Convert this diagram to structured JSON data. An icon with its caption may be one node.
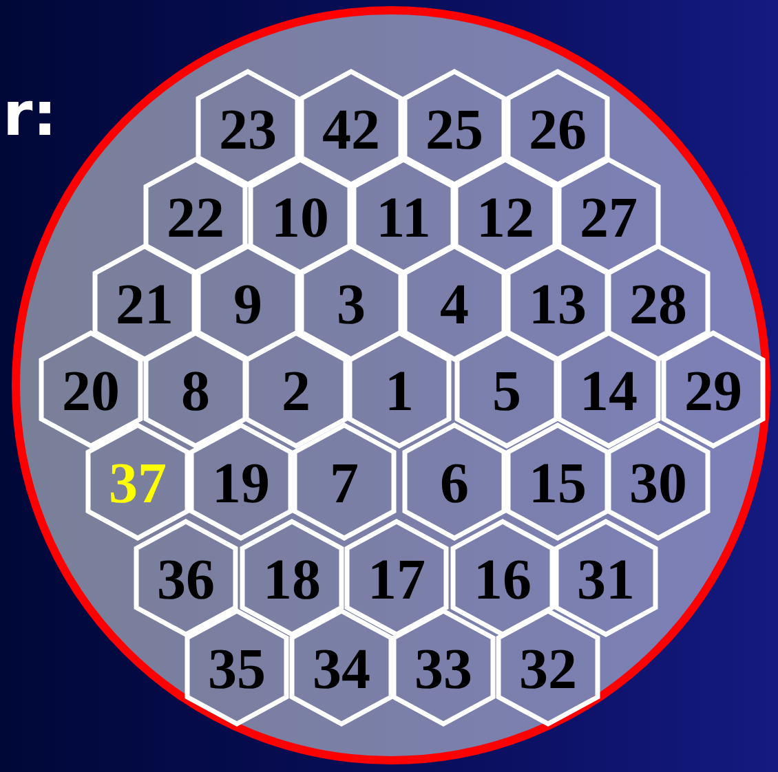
{
  "diagram": {
    "nodes": [
      {
        "text": [],
        "shape": "circle"
      },
      {
        "text": [
          "23"
        ],
        "in": 0
      },
      {
        "text": [
          "42"
        ],
        "in": 0
      },
      {
        "text": [
          "25"
        ],
        "in": 0
      },
      {
        "text": [
          "26"
        ],
        "in": 0
      },
      {
        "text": [
          "22"
        ],
        "in": 0
      },
      {
        "text": [
          "10"
        ],
        "in": 0
      },
      {
        "text": [
          "11"
        ],
        "in": 0
      },
      {
        "text": [
          "12"
        ],
        "in": 0
      },
      {
        "text": [
          "27"
        ],
        "in": 0
      },
      {
        "text": [
          "21"
        ],
        "in": 0
      },
      {
        "text": [
          "9"
        ],
        "in": 0
      },
      {
        "text": [
          "3"
        ],
        "in": 0
      },
      {
        "text": [
          "4"
        ],
        "in": 0
      },
      {
        "text": [
          "13"
        ],
        "in": 0
      },
      {
        "text": [
          "28"
        ],
        "in": 0
      },
      {
        "text": [
          "20"
        ],
        "in": 0
      },
      {
        "text": [
          "8"
        ],
        "in": 0
      },
      {
        "text": [
          "2"
        ],
        "in": 0
      },
      {
        "text": [
          "1"
        ],
        "in": 0
      },
      {
        "text": [
          "5"
        ],
        "in": 0
      },
      {
        "text": [
          "14"
        ],
        "in": 0
      },
      {
        "text": [
          "29"
        ],
        "in": 0
      },
      {
        "text": [
          "37"
        ],
        "in": 0
      },
      {
        "text": [
          "19"
        ],
        "in": 0
      },
      {
        "text": [
          "7"
        ],
        "in": 0
      },
      {
        "text": [
          "6"
        ],
        "in": 0
      },
      {
        "text": [
          "15"
        ],
        "in": 0
      },
      {
        "text": [
          "30"
        ],
        "in": 0
      },
      {
        "text": [
          "36"
        ],
        "in": 0
      },
      {
        "text": [
          "18"
        ],
        "in": 0
      },
      {
        "text": [
          "17"
        ],
        "in": 0
      },
      {
        "text": [
          "16"
        ],
        "in": 0
      },
      {
        "text": [
          "31"
        ],
        "in": 0
      },
      {
        "text": [
          "35"
        ],
        "in": 0
      },
      {
        "text": [
          "34"
        ],
        "in": 0
      },
      {
        "text": [
          "33"
        ],
        "in": 0
      },
      {
        "text": [
          "32"
        ],
        "in": 0
      }
    ],
    "labels": [
      "r:"
    ]
  }
}
